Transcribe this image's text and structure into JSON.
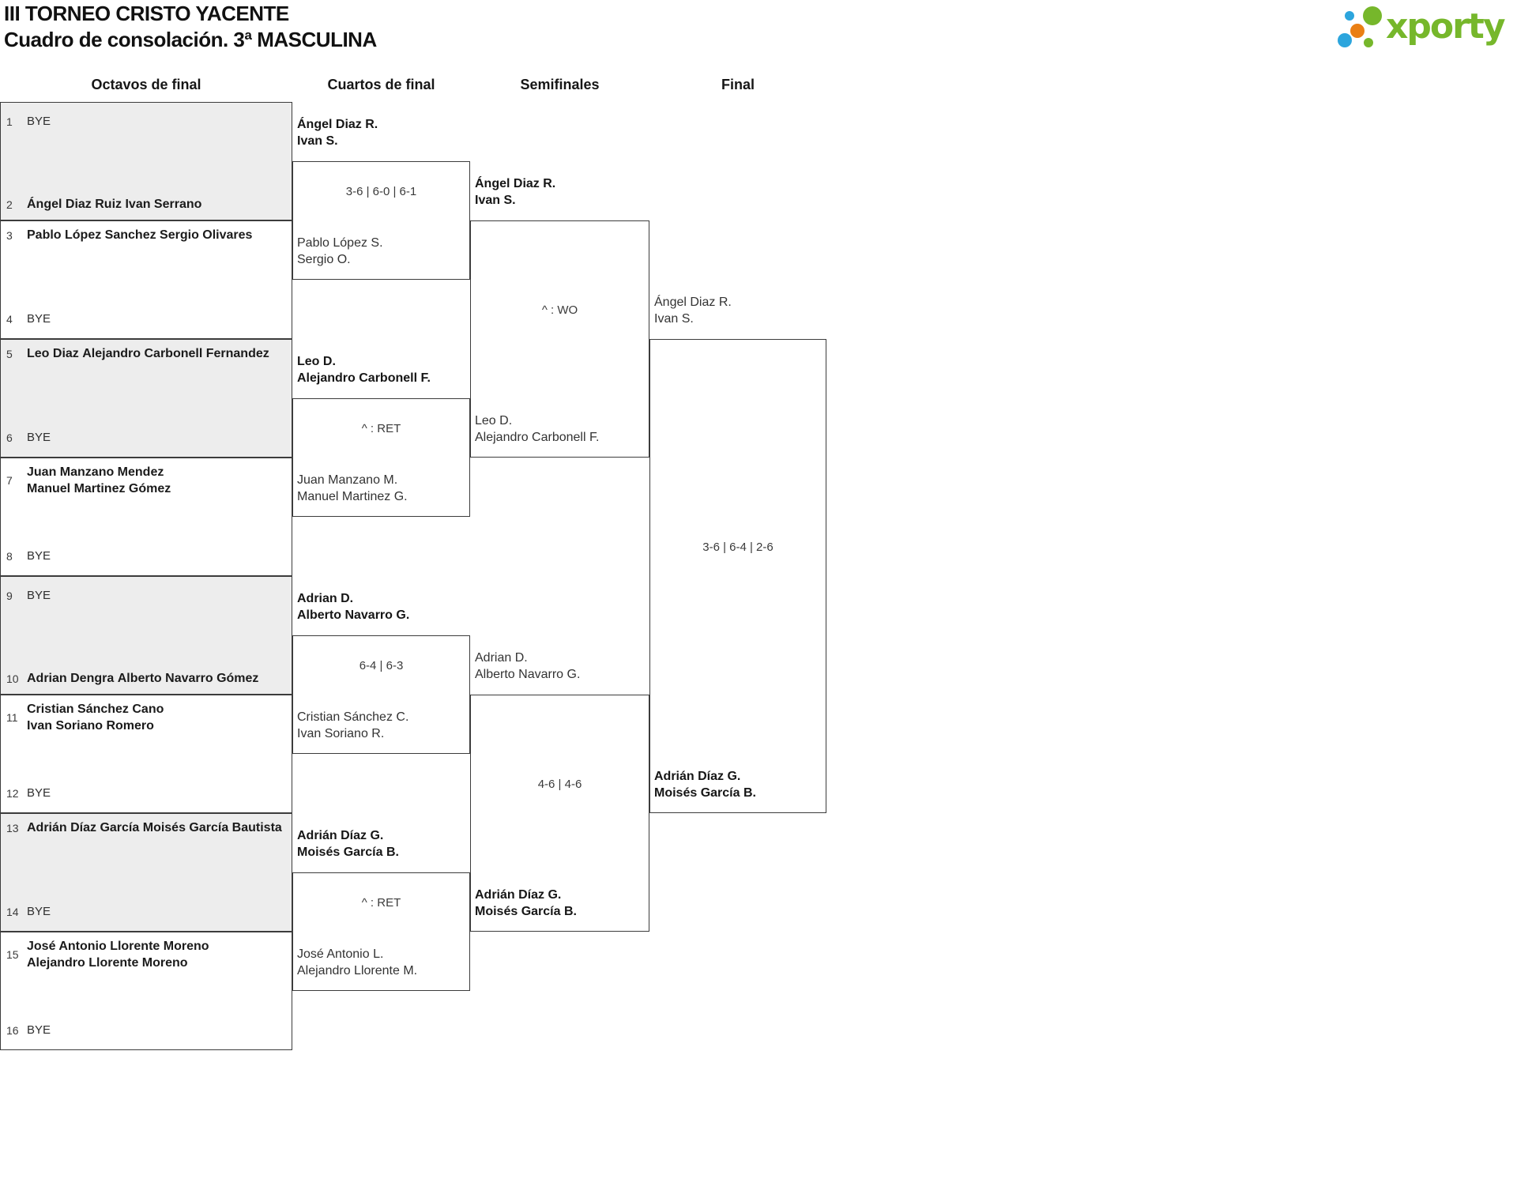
{
  "title": {
    "line1": "III TORNEO CRISTO YACENTE",
    "line2": "Cuadro de consolación. 3ª MASCULINA"
  },
  "logo": {
    "text": "xporty"
  },
  "colors": {
    "logo_green": "#76b72b",
    "logo_blue": "#2ca5dd",
    "logo_orange": "#ea7f14",
    "box_fill_gray": "#ededed",
    "border": "#3c3c3c"
  },
  "columns": [
    {
      "label": "Octavos de final"
    },
    {
      "label": "Cuartos de final"
    },
    {
      "label": "Semifinales"
    },
    {
      "label": "Final"
    }
  ],
  "bracket": {
    "octavos": [
      {
        "top": {
          "seed": "1",
          "line1": "BYE"
        },
        "bottom": {
          "seed": "2",
          "line1": "Ángel Diaz Ruiz",
          "line2": "Ivan Serrano"
        }
      },
      {
        "top": {
          "seed": "3",
          "line1": "Pablo López Sanchez",
          "line2": "Sergio Olivares"
        },
        "bottom": {
          "seed": "4",
          "line1": "BYE"
        }
      },
      {
        "top": {
          "seed": "5",
          "line1": "Leo Diaz",
          "line2": "Alejandro Carbonell Fernandez"
        },
        "bottom": {
          "seed": "6",
          "line1": "BYE"
        }
      },
      {
        "top": {
          "seed": "7",
          "line1": "Juan Manzano Mendez",
          "line2": "Manuel Martinez Gómez"
        },
        "bottom": {
          "seed": "8",
          "line1": "BYE"
        }
      },
      {
        "top": {
          "seed": "9",
          "line1": "BYE"
        },
        "bottom": {
          "seed": "10",
          "line1": "Adrian Dengra",
          "line2": "Alberto Navarro Gómez"
        }
      },
      {
        "top": {
          "seed": "11",
          "line1": "Cristian Sánchez Cano",
          "line2": "Ivan Soriano Romero"
        },
        "bottom": {
          "seed": "12",
          "line1": "BYE"
        }
      },
      {
        "top": {
          "seed": "13",
          "line1": "Adrián Díaz García",
          "line2": "Moisés García Bautista"
        },
        "bottom": {
          "seed": "14",
          "line1": "BYE"
        }
      },
      {
        "top": {
          "seed": "15",
          "line1": "José Antonio Llorente Moreno",
          "line2": "Alejandro Llorente Moreno"
        },
        "bottom": {
          "seed": "16",
          "line1": "BYE"
        }
      }
    ],
    "cuartos": [
      {
        "top": {
          "line1": "Ángel Diaz R.",
          "line2": "Ivan S."
        },
        "score": "3-6 | 6-0 | 6-1",
        "bottom": {
          "line1": "Pablo López S.",
          "line2": "Sergio O."
        }
      },
      {
        "top": {
          "line1": "Leo D.",
          "line2": "Alejandro Carbonell F."
        },
        "score": "^ : RET",
        "bottom": {
          "line1": "Juan Manzano M.",
          "line2": "Manuel Martinez G."
        }
      },
      {
        "top": {
          "line1": "Adrian D.",
          "line2": "Alberto Navarro G."
        },
        "score": "6-4 | 6-3",
        "bottom": {
          "line1": "Cristian Sánchez C.",
          "line2": "Ivan Soriano R."
        }
      },
      {
        "top": {
          "line1": "Adrián Díaz G.",
          "line2": "Moisés García B."
        },
        "score": "^ : RET",
        "bottom": {
          "line1": "José Antonio L.",
          "line2": "Alejandro Llorente M."
        }
      }
    ],
    "semifinales": [
      {
        "top": {
          "line1": "Ángel Diaz R.",
          "line2": "Ivan S."
        },
        "score": "^ : WO",
        "bottom": {
          "line1": "Leo D.",
          "line2": "Alejandro Carbonell F."
        }
      },
      {
        "top": {
          "line1": "Adrian D.",
          "line2": "Alberto Navarro G."
        },
        "score": "4-6 | 4-6",
        "bottom": {
          "line1": "Adrián Díaz G.",
          "line2": "Moisés García B."
        }
      }
    ],
    "final": [
      {
        "top": {
          "line1": "Ángel Diaz R.",
          "line2": "Ivan S."
        },
        "score": "3-6 | 6-4 | 2-6",
        "bottom": {
          "line1": "Adrián Díaz G.",
          "line2": "Moisés García B."
        }
      }
    ]
  }
}
